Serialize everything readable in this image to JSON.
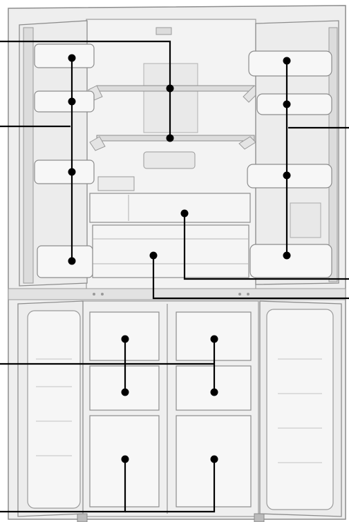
{
  "figure": {
    "description_visible_text": "",
    "line_color": "#000000",
    "body_fill": "#f1f1f1",
    "panel_fill": "#e6e6e6",
    "outline": "#8c8c8c",
    "glass_fill": "#f7f7f7"
  },
  "callouts": {
    "fridge_shelves": {
      "count": 2
    },
    "left_door_bins": {
      "count": 4
    },
    "right_door_bins": {
      "count": 4
    },
    "upper_drawer": {
      "count": 1
    },
    "lower_drawer": {
      "count": 1
    },
    "freezer_upper_drawers": {
      "count": 4
    },
    "freezer_lower_drawers": {
      "count": 2
    }
  }
}
